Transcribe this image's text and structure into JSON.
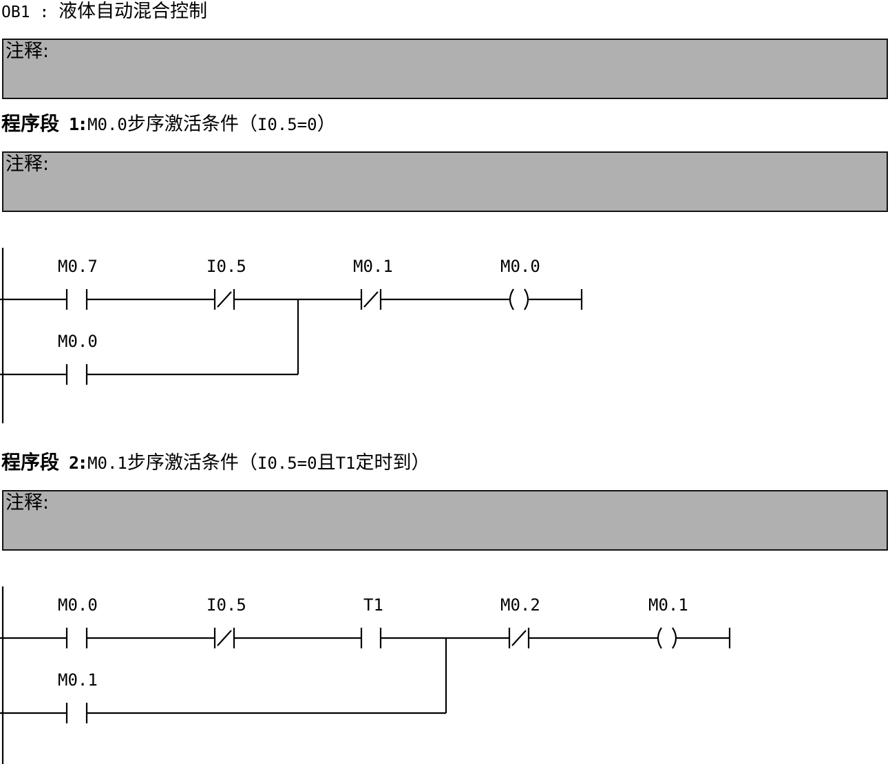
{
  "block": {
    "id": "OB1",
    "separator": " : ",
    "name": "液体自动混合控制"
  },
  "comment_label": "注释:",
  "segments": [
    {
      "word": "程序段",
      "number": "1",
      "separator": ":",
      "address": "M0.0",
      "description": "步序激活条件（",
      "condition": "I0.5=0",
      "close": "）",
      "rung": {
        "top_contacts": [
          {
            "address": "M0.7",
            "type": "NO"
          },
          {
            "address": "I0.5",
            "type": "NC"
          },
          {
            "address": "M0.1",
            "type": "NC"
          }
        ],
        "branch_contact": {
          "address": "M0.0",
          "type": "NO"
        },
        "coil": {
          "address": "M0.0"
        }
      }
    },
    {
      "word": "程序段",
      "number": "2",
      "separator": ":",
      "address": "M0.1",
      "description": "步序激活条件（",
      "condition": "I0.5=0",
      "condition_tail": "且",
      "condition_extra": "T1",
      "condition_extra_tail": "定时到",
      "close": "）",
      "rung": {
        "top_contacts": [
          {
            "address": "M0.0",
            "type": "NO"
          },
          {
            "address": "I0.5",
            "type": "NC"
          },
          {
            "address": "T1",
            "type": "NO"
          },
          {
            "address": "M0.2",
            "type": "NC"
          }
        ],
        "branch_contact": {
          "address": "M0.1",
          "type": "NO"
        },
        "coil": {
          "address": "M0.1"
        }
      }
    }
  ]
}
